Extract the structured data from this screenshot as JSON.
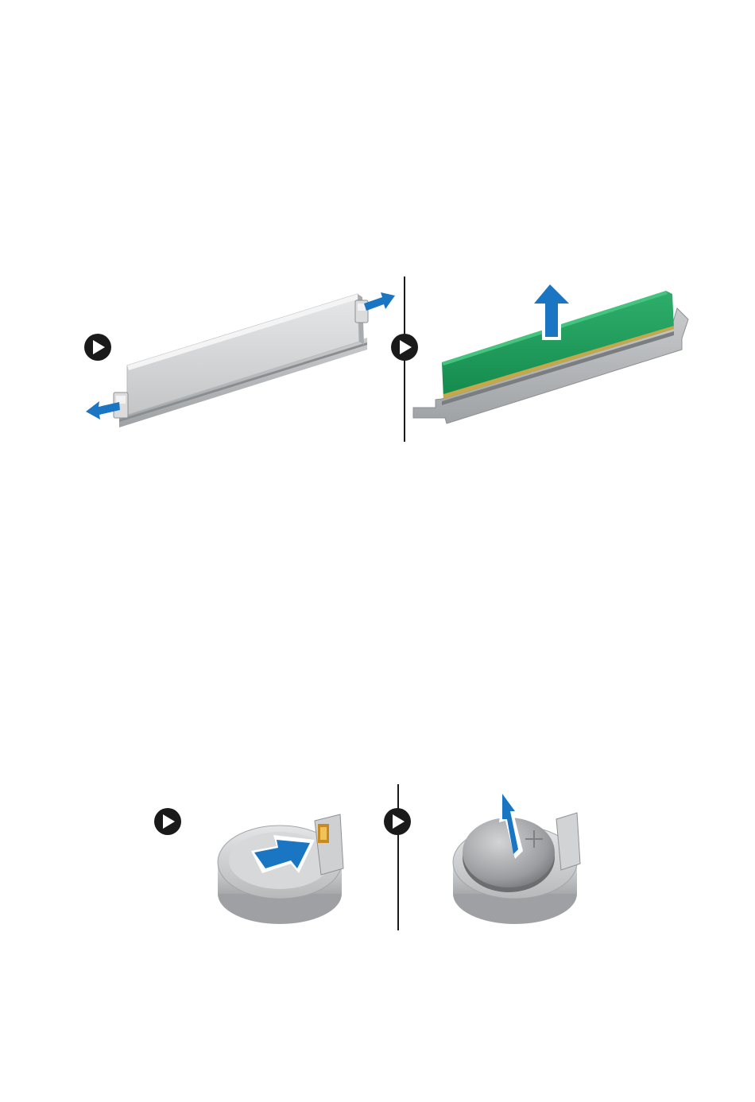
{
  "page": {
    "background": "#ffffff"
  },
  "figures": [
    {
      "id": "memory-module-removal",
      "steps": [
        {
          "icon": "step-arrow-icon",
          "action": "pull-securing-clips-outward"
        },
        {
          "icon": "step-arrow-icon",
          "action": "lift-memory-module-up"
        }
      ]
    },
    {
      "id": "coin-cell-battery-removal",
      "steps": [
        {
          "icon": "step-arrow-icon",
          "action": "press-release-latch"
        },
        {
          "icon": "step-arrow-icon",
          "action": "lift-battery-out"
        }
      ]
    }
  ],
  "colors": {
    "arrow_blue": "#1a75c2",
    "step_icon": "#1a1a1a",
    "module_grey": "#c9cbcd",
    "module_green": "#1e9a5c",
    "divider": "#1a1a1a"
  }
}
